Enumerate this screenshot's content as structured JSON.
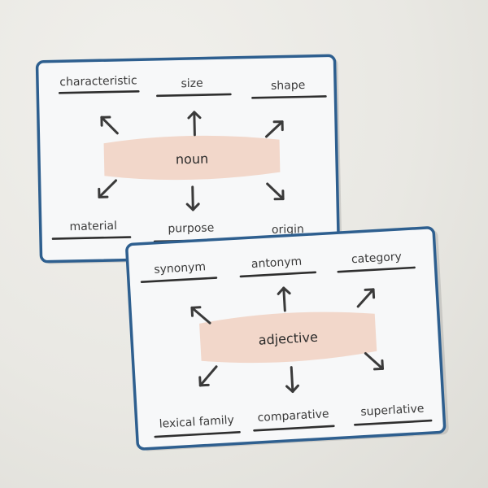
{
  "noun_card": {
    "center": "noun",
    "words": [
      "characteristic",
      "size",
      "shape",
      "material",
      "purpose",
      "origin"
    ]
  },
  "adjective_card": {
    "center": "adjective",
    "words": [
      "synonym",
      "antonym",
      "category",
      "lexical family",
      "comparative",
      "superlative"
    ]
  },
  "colors": {
    "card_border": "#2e5f8f",
    "center_highlight": "#f1d4c5",
    "text": "#3b3b3b",
    "background": "#e9e8e3"
  }
}
